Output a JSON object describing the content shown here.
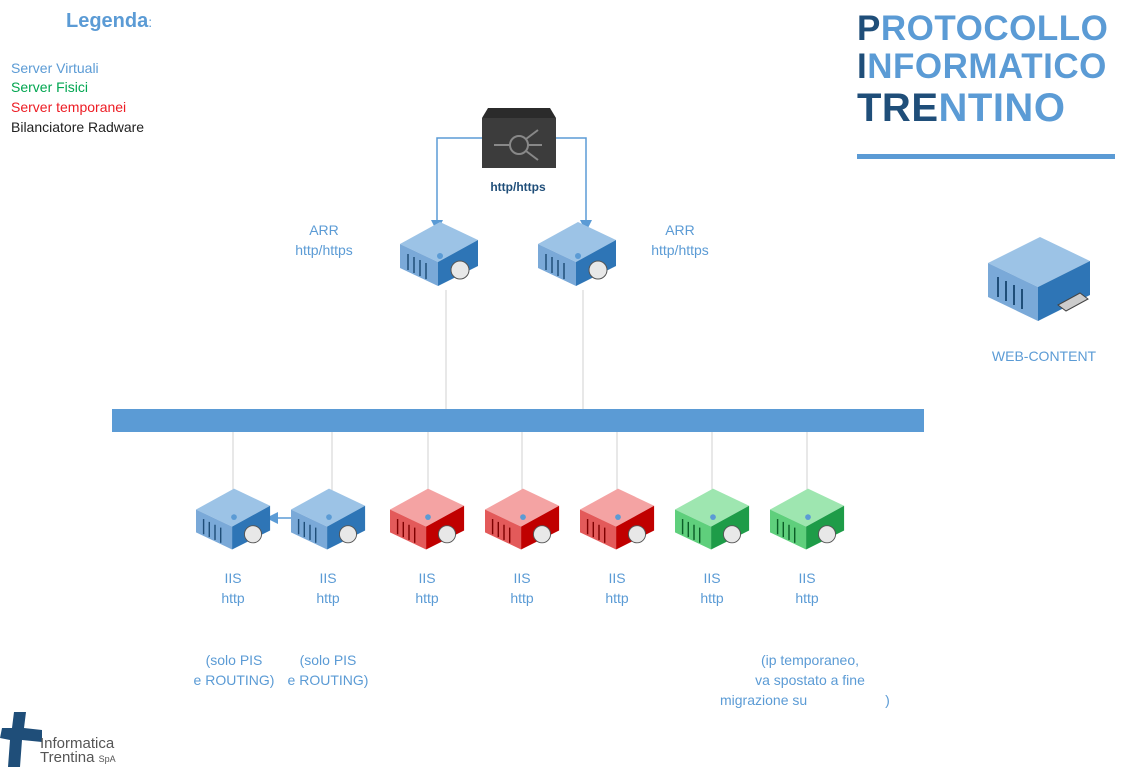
{
  "legend": {
    "title": "Legenda",
    "colon": ":",
    "items": [
      {
        "label": "Server Virtuali",
        "color": "#5b9bd5"
      },
      {
        "label": "Server Fisici",
        "color": "#00a651"
      },
      {
        "label": "Server temporanei",
        "color": "#ed1c24"
      },
      {
        "label": "Bilanciatore Radware",
        "color": "#222222"
      }
    ]
  },
  "brand": {
    "line1_initial": "P",
    "line1_rest": "ROTOCOLLO",
    "line2_initial": "I",
    "line2_rest": "NFORMATICO",
    "line3_initial": "TRE",
    "line3_rest": "NTINO"
  },
  "balancer": {
    "label": "http/https",
    "icon": "load-balancer-icon"
  },
  "arr": [
    {
      "line1": "ARR",
      "line2": "http/https"
    },
    {
      "line1": "ARR",
      "line2": "http/https"
    }
  ],
  "web_content": {
    "label": "WEB-CONTENT",
    "icon": "server-drive-icon"
  },
  "iis": [
    {
      "line1": "IIS",
      "line2": "http",
      "type": "virtual",
      "note1": "(solo PIS",
      "note2": "e ROUTING)"
    },
    {
      "line1": "IIS",
      "line2": "http",
      "type": "virtual",
      "note1": "(solo PIS",
      "note2": "e ROUTING)"
    },
    {
      "line1": "IIS",
      "line2": "http",
      "type": "temporary"
    },
    {
      "line1": "IIS",
      "line2": "http",
      "type": "temporary"
    },
    {
      "line1": "IIS",
      "line2": "http",
      "type": "temporary"
    },
    {
      "line1": "IIS",
      "line2": "http",
      "type": "physical"
    },
    {
      "line1": "IIS",
      "line2": "http",
      "type": "physical"
    }
  ],
  "note_last": {
    "line1": "(ip temporaneo,",
    "line2": "va spostato a fine",
    "line3": "migrazione su",
    "line3_end": ")"
  },
  "logo": {
    "line1": "Informatica",
    "line2": "Trentina",
    "suffix": "SpA"
  }
}
